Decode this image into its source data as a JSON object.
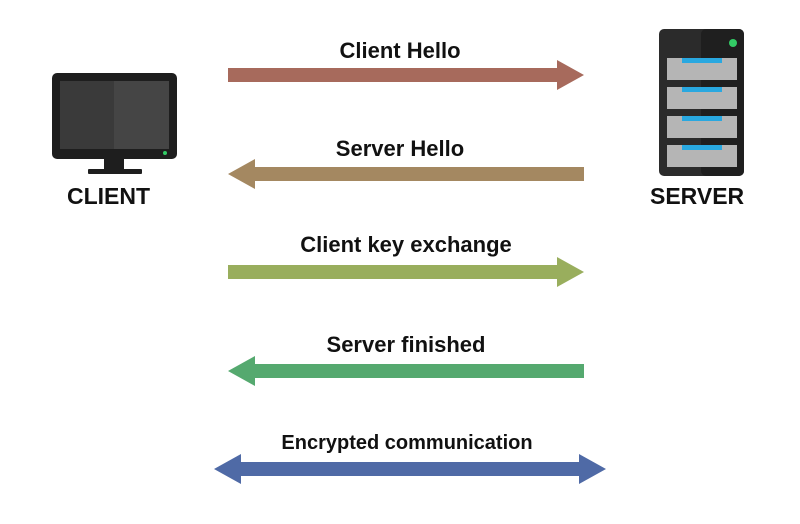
{
  "client": {
    "label": "CLIENT"
  },
  "server": {
    "label": "SERVER"
  },
  "messages": [
    {
      "label": "Client Hello",
      "direction": "right",
      "color": "#a76a5c"
    },
    {
      "label": "Server Hello",
      "direction": "left",
      "color": "#a48861"
    },
    {
      "label": "Client key exchange",
      "direction": "right",
      "color": "#99ae5d"
    },
    {
      "label": "Server finished",
      "direction": "left",
      "color": "#55a96f"
    },
    {
      "label": "Encrypted communication",
      "direction": "both",
      "color": "#4f6aa6"
    }
  ],
  "colors": {
    "monitor_body": "#1e1e1e",
    "monitor_screen": "#3a3a3a",
    "power_led": "#33cc66",
    "server_body": "#2b2b2b",
    "drive_bay": "#b5b5b5",
    "drive_led": "#29a8e0"
  }
}
